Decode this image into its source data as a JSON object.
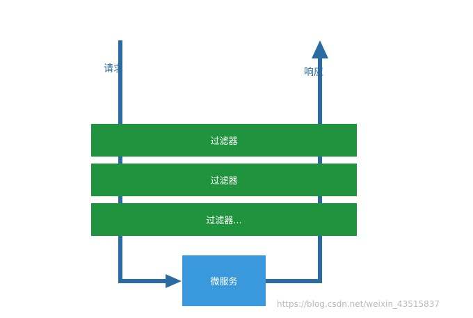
{
  "labels": {
    "request": "请求",
    "response": "响应"
  },
  "filters": [
    {
      "label": "过滤器"
    },
    {
      "label": "过滤器"
    },
    {
      "label": "过滤器..."
    }
  ],
  "service": {
    "label": "微服务"
  },
  "watermark": "https://blog.csdn.net/weixin_43515837",
  "colors": {
    "filter": "#20933f",
    "service": "#3a98dc",
    "arrow": "#2a6ca2",
    "text_on_fill": "#ffffff"
  }
}
